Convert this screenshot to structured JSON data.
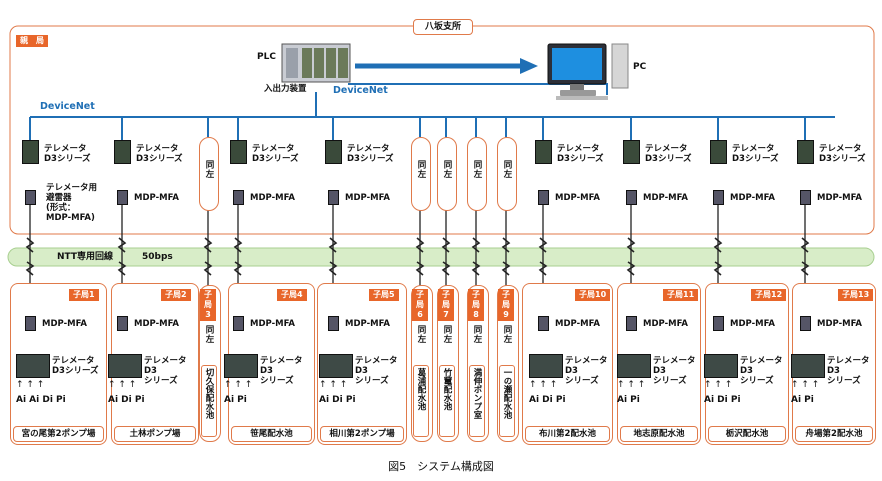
{
  "branch_title": "八坂支所",
  "parent_station_tag": "親　局",
  "plc_label": "PLC",
  "io_device_label": "入出力装置",
  "pc_label": "PC",
  "devicenet_label_left": "DeviceNet",
  "devicenet_label_center": "DeviceNet",
  "ntt_label": "NTT専用回線",
  "speed_label": "50bps",
  "telemeter_label_1": "テレメータ",
  "telemeter_label_2": "D3シリーズ",
  "telemeter_label_3": "テレメータ",
  "telemeter_label_4": "D3",
  "telemeter_label_5": "シリーズ",
  "arrester_label_1": "テレメータ用",
  "arrester_label_2": "避雷器",
  "arrester_label_3": "(形式：",
  "arrester_label_4": "MDP-MFA)",
  "mdp_label": "MDP-MFA",
  "same_label": "同左",
  "caption": "図5　システム構成図",
  "stations": [
    {
      "tag": "子局1",
      "name": "宮の尾第2ポンプ場",
      "io": "Ai Ai Di Pi"
    },
    {
      "tag": "子局2",
      "name": "土林ポンプ場",
      "io": "Ai Di Pi"
    },
    {
      "tag": "子局3",
      "name": "切久保配水池"
    },
    {
      "tag": "子局4",
      "name": "笹尾配水池",
      "io": "Ai Pi"
    },
    {
      "tag": "子局5",
      "name": "相川第2ポンプ場",
      "io": "Ai Di Pi"
    },
    {
      "tag": "子局6",
      "name": "葛浦配水池"
    },
    {
      "tag": "子局7",
      "name": "竹竃配水池"
    },
    {
      "tag": "子局8",
      "name": "満伸ポンプ室"
    },
    {
      "tag": "子局9",
      "name": "一の瀬配水池"
    },
    {
      "tag": "子局10",
      "name": "布川第2配水池",
      "io": "Ai Di Pi"
    },
    {
      "tag": "子局11",
      "name": "地志原配水池",
      "io": "Ai Pi"
    },
    {
      "tag": "子局12",
      "name": "栃沢配水池",
      "io": "Ai Di Pi"
    },
    {
      "tag": "子局13",
      "name": "舟場第2配水池",
      "io": "Ai Pi"
    }
  ],
  "colors": {
    "border": "#e07a4a",
    "tag": "#e8662a",
    "devicenet": "#1f6fb5",
    "ntt_band": "#d8edc8"
  }
}
